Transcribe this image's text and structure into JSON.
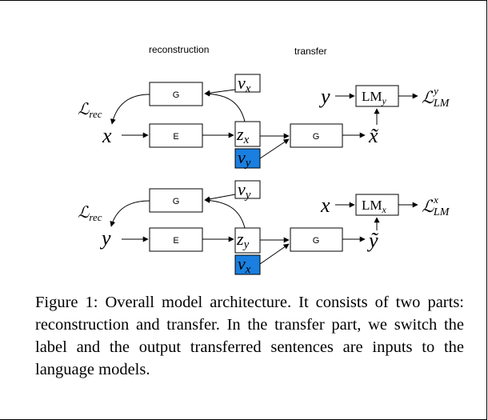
{
  "labels": {
    "reconstruction": "reconstruction",
    "transfer": "transfer"
  },
  "top": {
    "decoder": "G",
    "encoder": "E",
    "generator": "G",
    "input": "x",
    "latent_z": "z",
    "latent_z_sub": "x",
    "label_v": "v",
    "label_v_sub": "x",
    "switched_v": "v",
    "switched_v_sub": "y",
    "output": "x̃",
    "loss_rec": "ℒ",
    "loss_rec_sub": "rec",
    "target_label": "y",
    "lm": "LM",
    "lm_sub": "y",
    "loss_lm": "ℒ",
    "loss_lm_sup": "y",
    "loss_lm_sub": "LM"
  },
  "bottom": {
    "decoder": "G",
    "encoder": "E",
    "generator": "G",
    "input": "y",
    "latent_z": "z",
    "latent_z_sub": "y",
    "label_v": "v",
    "label_v_sub": "y",
    "switched_v": "v",
    "switched_v_sub": "x",
    "output": "ỹ",
    "loss_rec": "ℒ",
    "loss_rec_sub": "rec",
    "target_label": "x",
    "lm": "LM",
    "lm_sub": "x",
    "loss_lm": "ℒ",
    "loss_lm_sup": "x",
    "loss_lm_sub": "LM"
  },
  "colors": {
    "switched_label_fill": "#1a7fe0",
    "stroke": "#000000"
  },
  "caption": "Figure 1: Overall model architecture. It consists of two parts: reconstruction and transfer. In the transfer part, we switch the label and the output transferred sentences are inputs to the language models."
}
